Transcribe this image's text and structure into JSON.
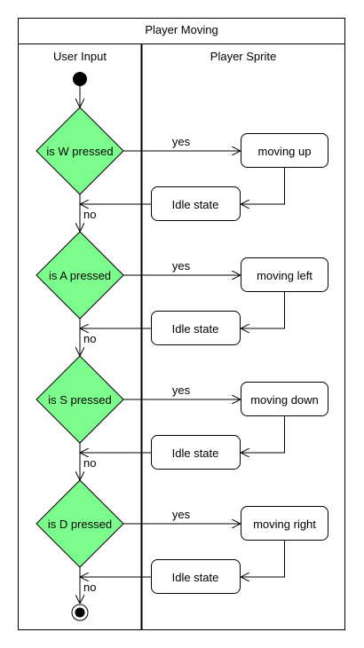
{
  "diagram": {
    "title": "Player Moving",
    "lanes": {
      "left": "User Input",
      "right": "Player Sprite"
    },
    "colors": {
      "decision_fill": "#7CFC8C",
      "border": "#000000",
      "background": "#ffffff"
    },
    "rows": [
      {
        "decision": "is W pressed",
        "yes": "yes",
        "action": "moving up",
        "idle": "Idle state",
        "no": "no"
      },
      {
        "decision": "is A pressed",
        "yes": "yes",
        "action": "moving left",
        "idle": "Idle state",
        "no": "no"
      },
      {
        "decision": "is S pressed",
        "yes": "yes",
        "action": "moving down",
        "idle": "Idle state",
        "no": "no"
      },
      {
        "decision": "is D pressed",
        "yes": "yes",
        "action": "moving right",
        "idle": "Idle state",
        "no": "no"
      }
    ]
  }
}
